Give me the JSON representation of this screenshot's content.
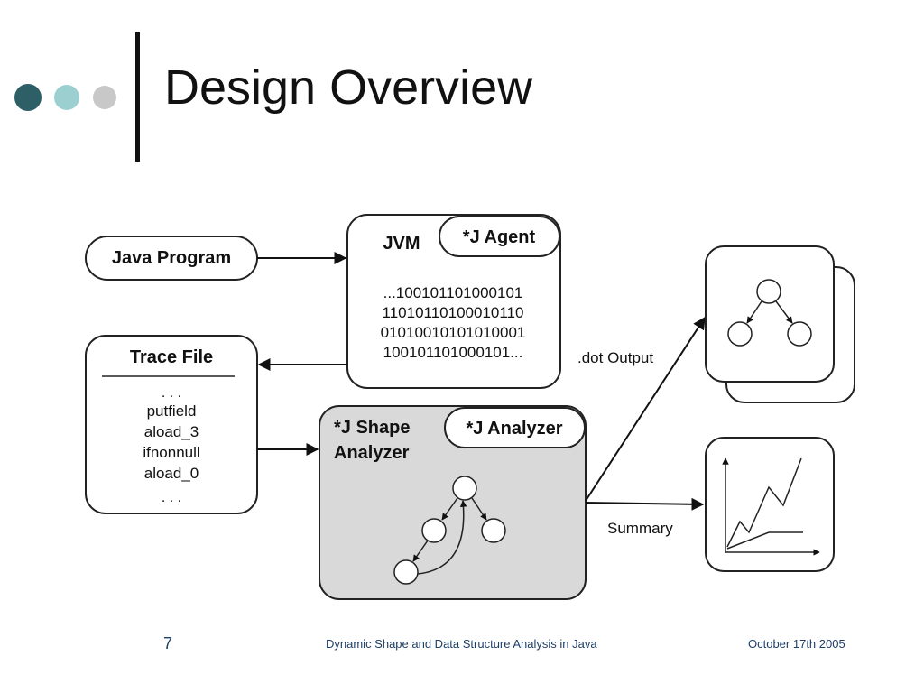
{
  "slide": {
    "title": "Design Overview",
    "accent_dots": [
      "#2e5e66",
      "#9ccfd0",
      "#c8c8c8"
    ]
  },
  "diagram": {
    "java_program": "Java Program",
    "jvm_label": "JVM",
    "agent_label": "*J Agent",
    "bits": [
      "...100101101000101",
      "11010110100010110",
      "01010010101010001",
      "100101101000101..."
    ],
    "trace_file": {
      "title": "Trace File",
      "lines": [
        ". . .",
        "putfield",
        "aload_3",
        "ifnonnull",
        "aload_0",
        ". . ."
      ]
    },
    "shape_analyzer": [
      "*J Shape",
      "Analyzer"
    ],
    "analyzer_label": "*J Analyzer",
    "dot_output": ".dot Output",
    "summary": "Summary"
  },
  "footer": {
    "page_number": "7",
    "center_text": "Dynamic Shape and Data Structure Analysis in Java",
    "date": "October 17th 2005"
  }
}
